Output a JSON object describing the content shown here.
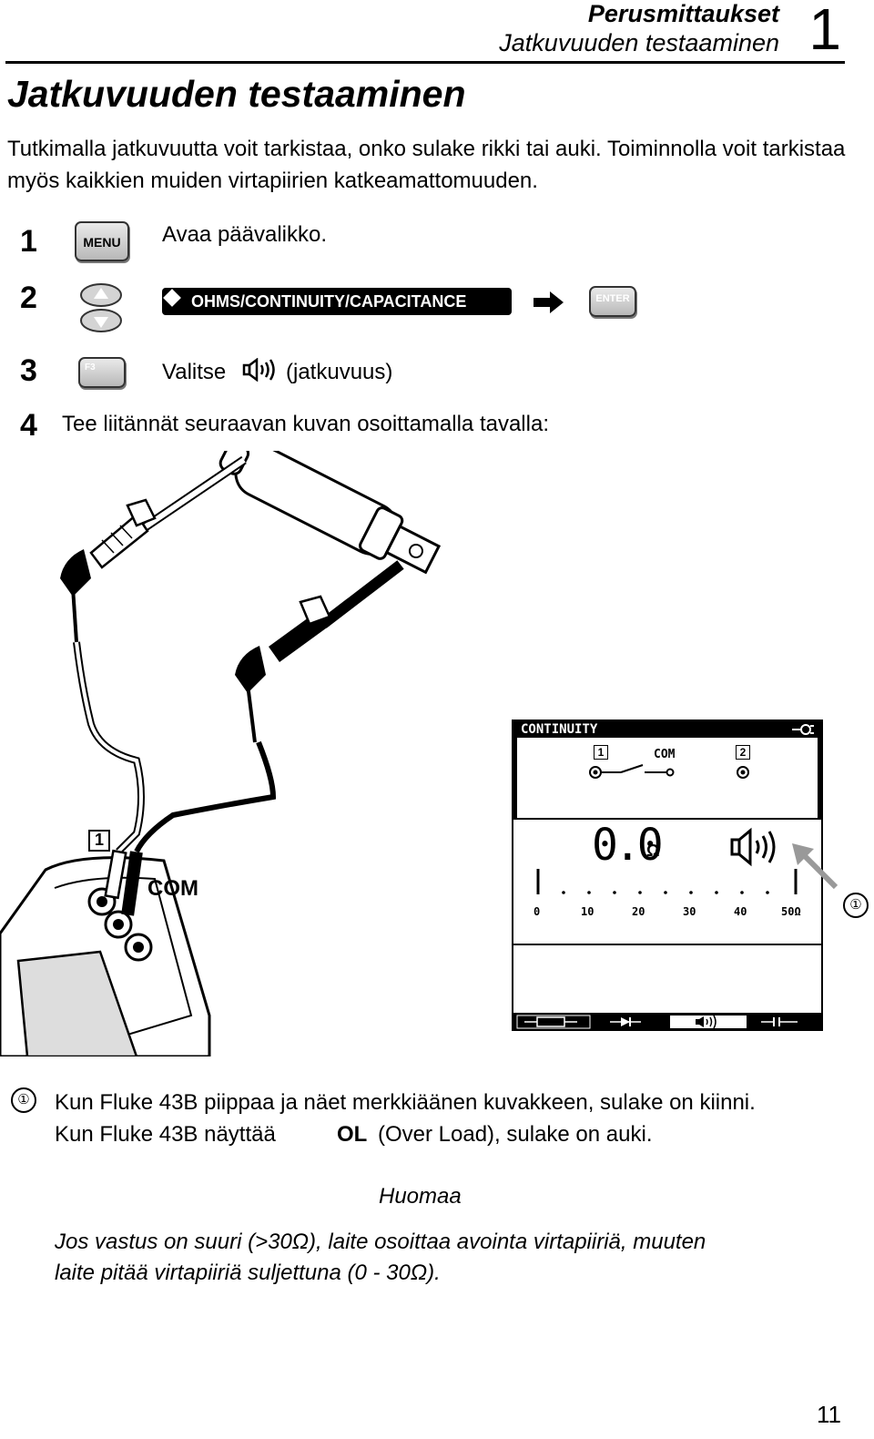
{
  "header": {
    "section": "Perusmittaukset",
    "subsection": "Jatkuvuuden testaaminen",
    "chapter": "1"
  },
  "title": "Jatkuvuuden testaaminen",
  "intro": "Tutkimalla jatkuvuutta voit tarkistaa, onko sulake rikki tai auki. Toiminnolla voit tarkistaa myös kaikkien muiden virtapiirien katkeamattomuuden.",
  "steps": [
    {
      "num": "1",
      "key": "MENU",
      "text": "Avaa päävalikko."
    },
    {
      "num": "2",
      "menu_item": "OHMS/CONTINUITY/CAPACITANCE",
      "key": "ENTER"
    },
    {
      "num": "3",
      "key": "F3",
      "text_before": "Valitse",
      "text_after": "(jatkuvuus)"
    },
    {
      "num": "4",
      "text": "Tee liitännät seuraavan kuvan osoittamalla tavalla:"
    }
  ],
  "figure": {
    "input1_label": "1",
    "com_label": "COM",
    "callout": "①",
    "screen": {
      "mode": "CONTINUITY",
      "input1": "1",
      "com": "COM",
      "input2": "2",
      "reading": "0.0",
      "unit": "Ω",
      "scale": [
        "0",
        "10",
        "20",
        "30",
        "40",
        "50Ω"
      ],
      "softkeys": [
        "Ω",
        "diode",
        "continuity",
        "capacitance"
      ]
    }
  },
  "remarks": {
    "marker": "①",
    "line1": "Kun Fluke 43B piippaa ja näet merkkiäänen kuvakkeen, sulake on kiinni.",
    "line2_a": "Kun Fluke 43B näyttää",
    "line2_b": "OL",
    "line2_c": "(Over Load), sulake on auki."
  },
  "note": {
    "heading": "Huomaa",
    "line1": "Jos vastus on suuri (>30Ω), laite osoittaa avointa virtapiiriä, muuten",
    "line2": "laite pitää virtapiiriä suljettuna (0 - 30Ω)."
  },
  "page_number": "11"
}
